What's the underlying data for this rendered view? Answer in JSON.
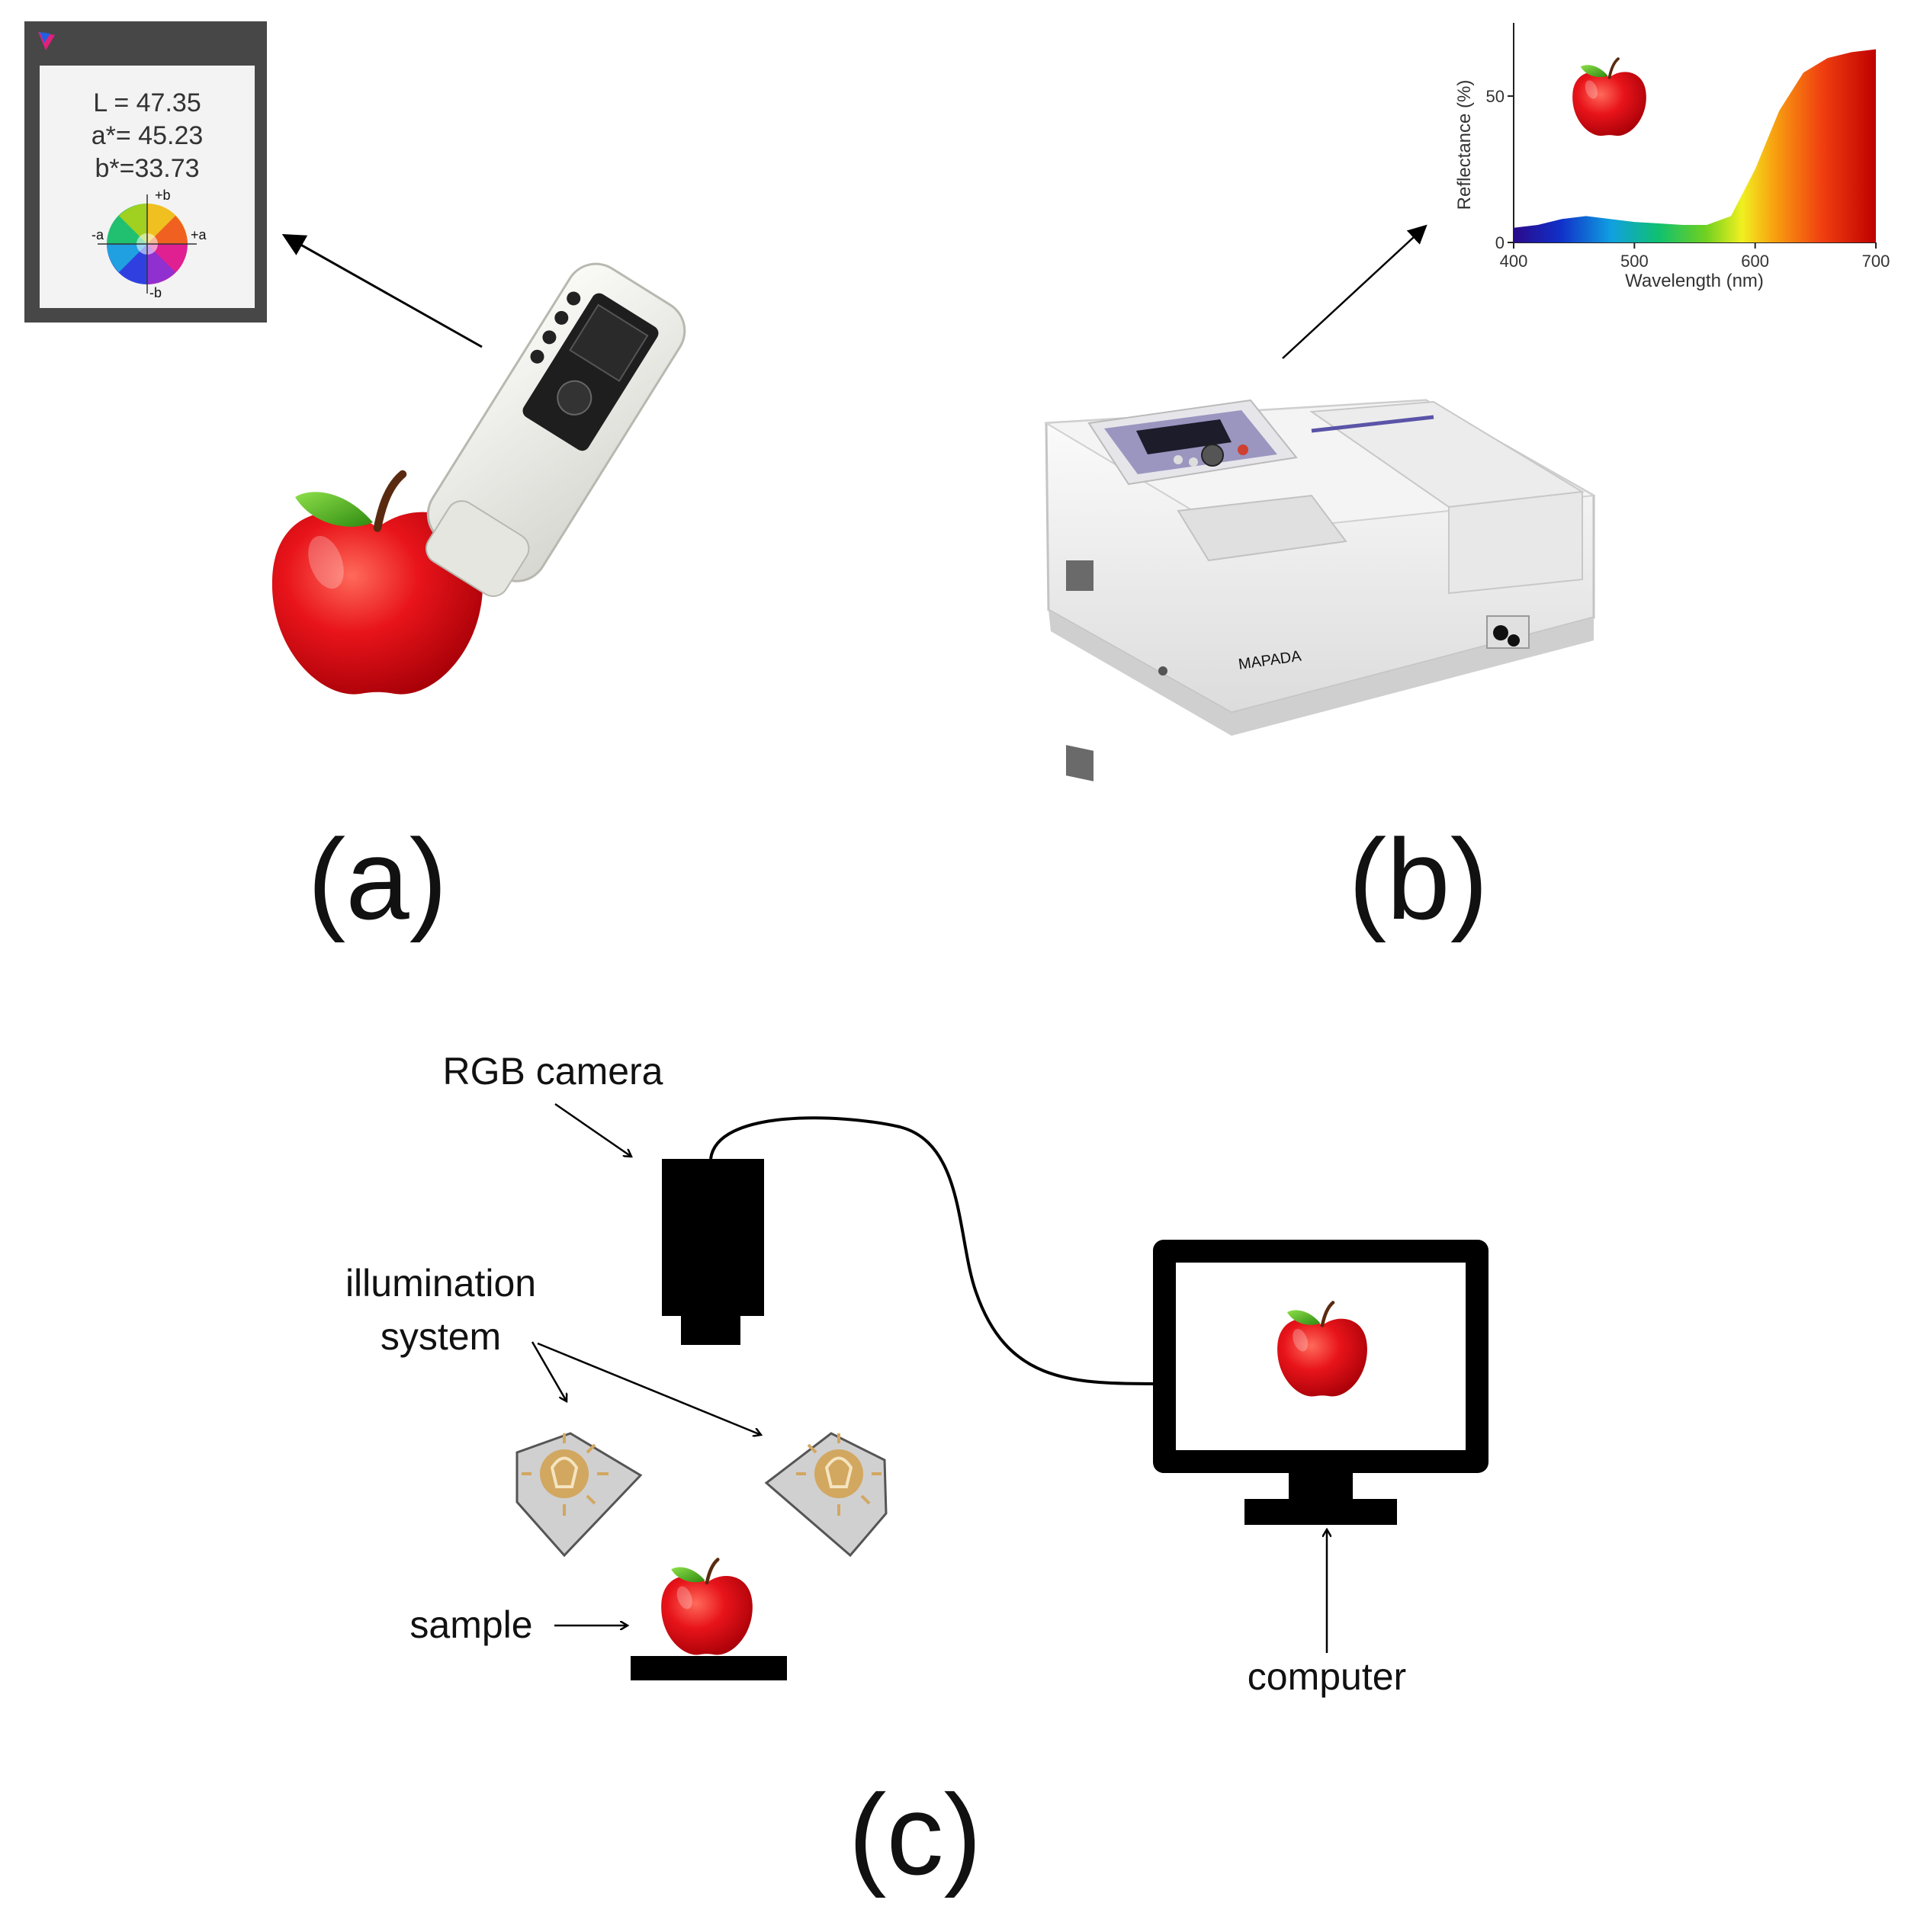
{
  "panels": {
    "a": {
      "label": "(a)",
      "readout": {
        "L": "L = 47.35",
        "a": "a*= 45.23",
        "b": "b*=33.73"
      },
      "wheel": {
        "top": "+b",
        "bottom": "-b",
        "left": "-a",
        "right": "+a"
      }
    },
    "b": {
      "label": "(b)",
      "brand": "MAPADA",
      "spectrum_chart": {
        "xlabel": "Wavelength (nm)",
        "ylabel": "Reflectance (%)",
        "xticks": [
          "400",
          "500",
          "600",
          "700"
        ],
        "yticks": [
          "0",
          "50"
        ]
      }
    },
    "c": {
      "label": "(c)",
      "camera_label": "RGB camera",
      "illumination_label_1": "illumination",
      "illumination_label_2": "system",
      "sample_label": "sample",
      "computer_label": "computer"
    }
  },
  "chart_data": {
    "type": "area",
    "xlabel": "Wavelength (nm)",
    "ylabel": "Reflectance (%)",
    "xlim": [
      400,
      700
    ],
    "ylim": [
      0,
      75
    ],
    "x": [
      400,
      420,
      440,
      460,
      480,
      500,
      520,
      540,
      560,
      580,
      600,
      620,
      640,
      660,
      680,
      700
    ],
    "y": [
      5,
      6,
      8,
      9,
      8,
      7,
      6.5,
      6,
      6,
      9,
      25,
      45,
      58,
      63,
      65,
      66
    ]
  },
  "colors": {
    "apple_red": "#e8141a",
    "leaf_green": "#4caf1a",
    "device_body": "#eeeeea",
    "screen_bezel": "#000000",
    "window_frame": "#444444"
  }
}
